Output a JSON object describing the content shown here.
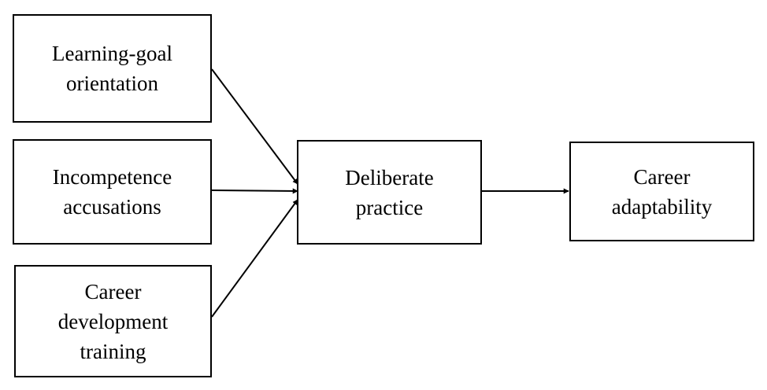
{
  "nodes": {
    "learning_goal_orientation": {
      "lines": [
        "Learning-goal",
        "orientation"
      ]
    },
    "incompetence_accusations": {
      "lines": [
        "Incompetence",
        "accusations"
      ]
    },
    "career_development_training": {
      "lines": [
        "Career",
        "development",
        "training"
      ]
    },
    "deliberate_practice": {
      "lines": [
        "Deliberate",
        "practice"
      ]
    },
    "career_adaptability": {
      "lines": [
        "Career",
        "adaptability"
      ]
    }
  },
  "edges": [
    {
      "from": "Learning-goal orientation",
      "to": "Deliberate practice"
    },
    {
      "from": "Incompetence accusations",
      "to": "Deliberate practice"
    },
    {
      "from": "Career development training",
      "to": "Deliberate practice"
    },
    {
      "from": "Deliberate practice",
      "to": "Career adaptability"
    }
  ],
  "colors": {
    "stroke": "#000000",
    "background": "#ffffff"
  }
}
